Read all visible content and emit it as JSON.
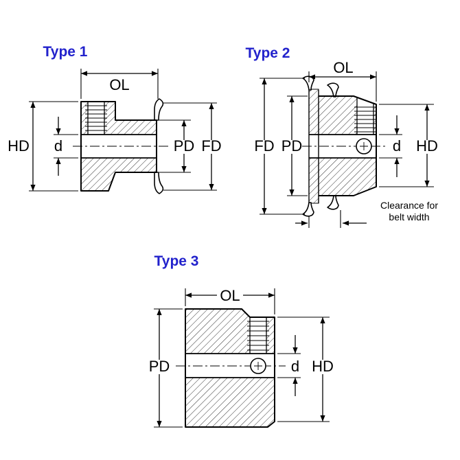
{
  "figure": {
    "background": "#ffffff",
    "line_color": "#000000",
    "title_color": "#2222cc"
  },
  "diagrams": [
    {
      "id": "type1",
      "title": "Type 1",
      "dims": {
        "ol": "OL",
        "hd": "HD",
        "d": "d",
        "pd": "PD",
        "fd": "FD"
      }
    },
    {
      "id": "type2",
      "title": "Type 2",
      "dims": {
        "ol": "OL",
        "fd": "FD",
        "pd": "PD",
        "d": "d",
        "hd": "HD"
      },
      "note": {
        "line1": "Clearance for",
        "line2": "belt width"
      }
    },
    {
      "id": "type3",
      "title": "Type 3",
      "dims": {
        "ol": "OL",
        "pd": "PD",
        "d": "d",
        "hd": "HD"
      }
    }
  ]
}
